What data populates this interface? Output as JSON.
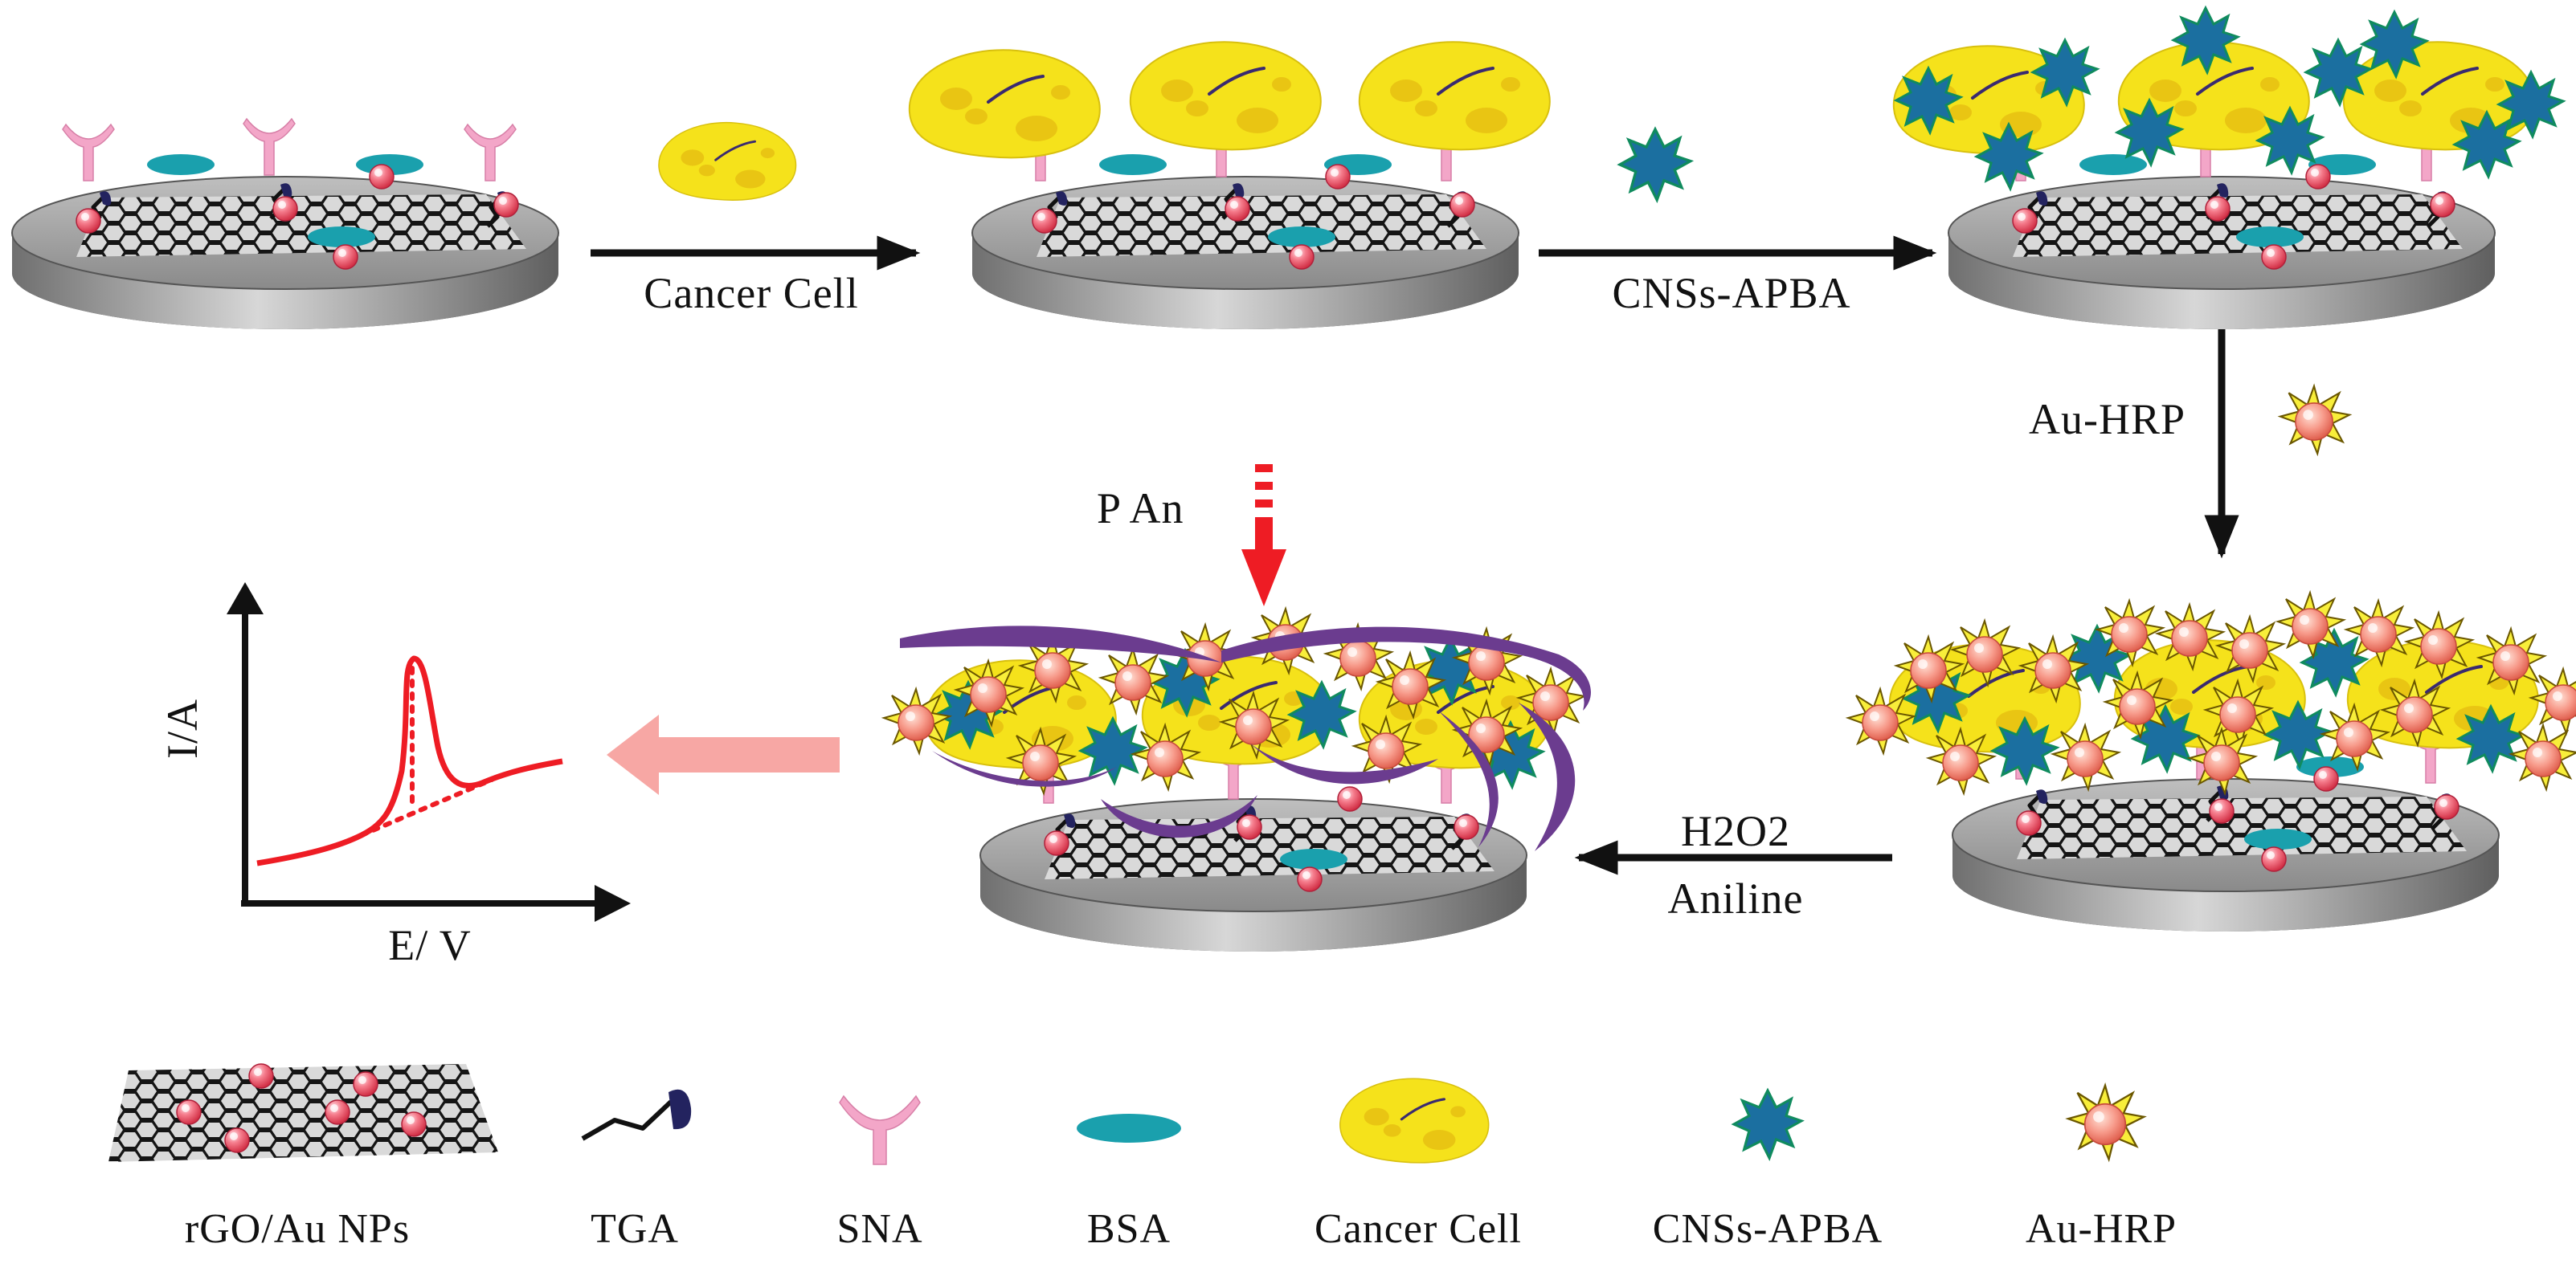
{
  "labels": {
    "cancer_cell_step": "Cancer Cell",
    "cnss_apba_step": "CNSs-APBA",
    "au_hrp_step": "Au-HRP",
    "pan": "P An",
    "h2o2": "H2O2",
    "aniline": "Aniline",
    "y_axis": "I/A",
    "x_axis": "E/ V"
  },
  "legend": [
    {
      "name": "rgo-au-nps",
      "label": "rGO/Au NPs"
    },
    {
      "name": "tga",
      "label": "TGA"
    },
    {
      "name": "sna",
      "label": "SNA"
    },
    {
      "name": "bsa",
      "label": "BSA"
    },
    {
      "name": "cancer-cell",
      "label": "Cancer Cell"
    },
    {
      "name": "cnss-apba",
      "label": "CNSs-APBA"
    },
    {
      "name": "au-hrp",
      "label": "Au-HRP"
    }
  ],
  "colors": {
    "arrow": "#111111",
    "red_arrow": "#ee1c24",
    "result_arrow": "#f7a7a4",
    "curve": "#ee1c24",
    "cell": "#f5e21b",
    "star_cnss": "#1b6fa0",
    "bsa": "#1aa0ad",
    "sna": "#f3a6c8",
    "tga": "#23235f",
    "np": "#f15b6c",
    "polyaniline": "#6b3c8f"
  }
}
